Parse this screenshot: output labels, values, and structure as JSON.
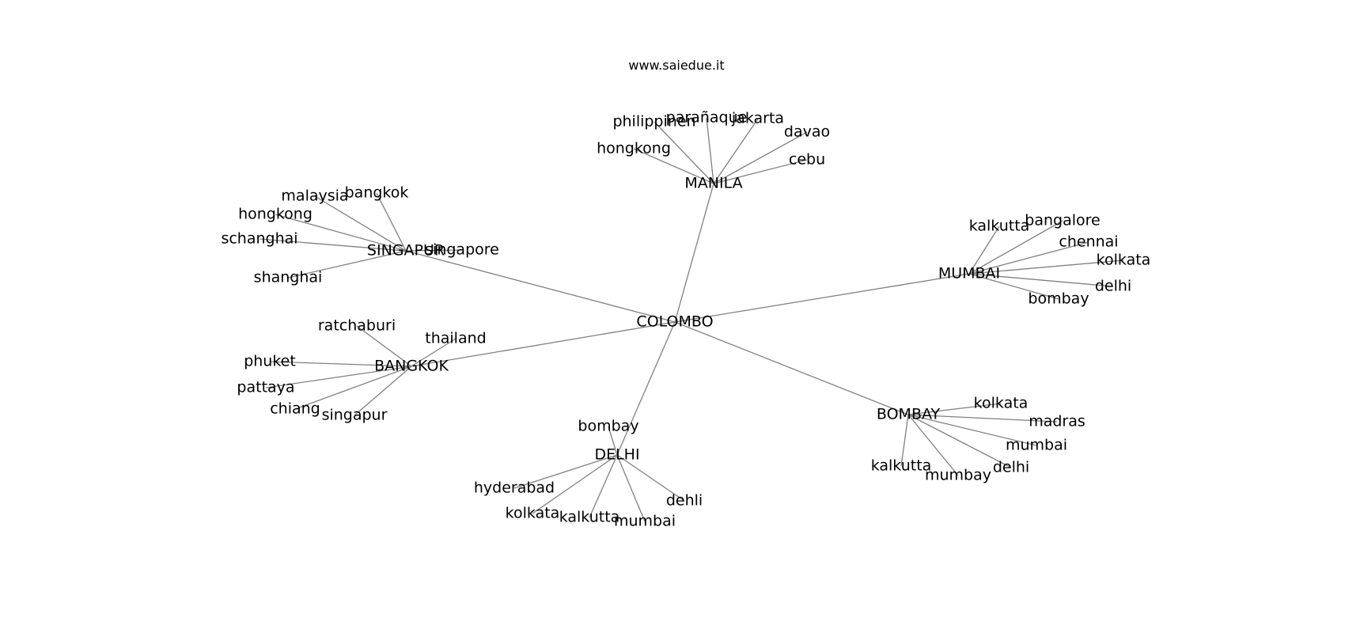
{
  "site_label": "www.saiedue.it",
  "center": "COLOMBO",
  "hubs": [
    {
      "name": "MANILA",
      "leaves": [
        "philippinen",
        "parañaque",
        "jakarta",
        "davao",
        "cebu",
        "hongkong"
      ]
    },
    {
      "name": "SINGAPUR",
      "leaves": [
        "malaysia",
        "bangkok",
        "hongkong",
        "schanghai",
        "shanghai",
        "singapore"
      ]
    },
    {
      "name": "MUMBAI",
      "leaves": [
        "kalkutta",
        "bangalore",
        "chennai",
        "kolkata",
        "delhi",
        "bombay"
      ]
    },
    {
      "name": "BANGKOK",
      "leaves": [
        "ratchaburi",
        "thailand",
        "phuket",
        "pattaya",
        "chiang",
        "singapur"
      ]
    },
    {
      "name": "BOMBAY",
      "leaves": [
        "kolkata",
        "madras",
        "mumbai",
        "delhi",
        "mumbay",
        "kalkutta"
      ]
    },
    {
      "name": "DELHI",
      "leaves": [
        "bombay",
        "hyderabad",
        "kolkata",
        "kalkutta",
        "mumbai",
        "dehli"
      ]
    }
  ]
}
